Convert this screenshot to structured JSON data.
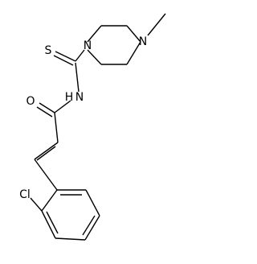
{
  "molecule": {
    "atoms": {
      "sulfur": "S",
      "amide_nitrogen": "N",
      "amide_hydrogen": "H",
      "carbonyl_oxygen": "O",
      "piperazine_n1": "N",
      "piperazine_n4": "N",
      "chlorine": "Cl"
    }
  }
}
